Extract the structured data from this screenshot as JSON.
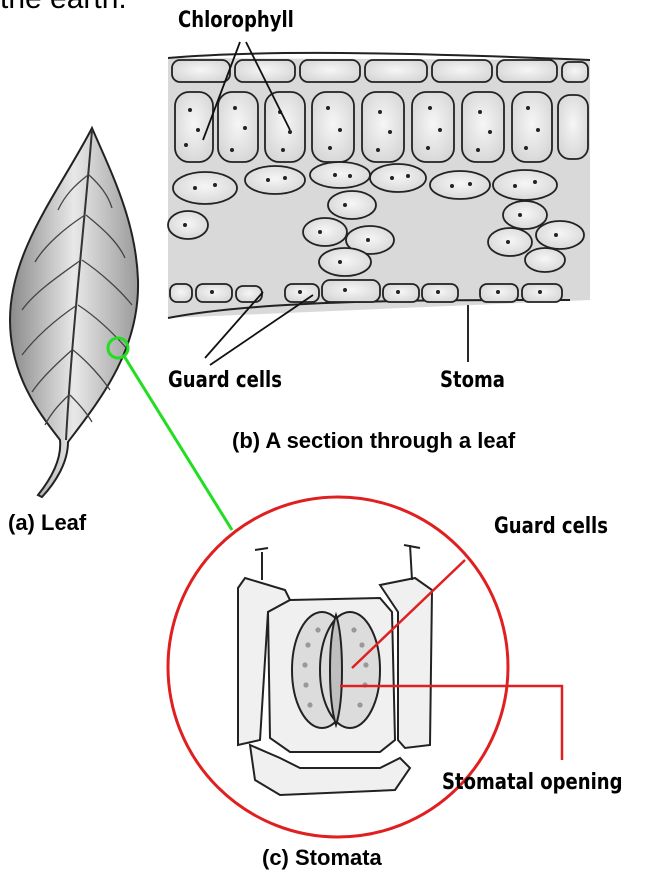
{
  "header": {
    "partial_text": "the earth."
  },
  "labels": {
    "chlorophyll": "Chlorophyll",
    "guard_cells_section": "Guard cells",
    "stoma": "Stoma",
    "section_caption": "(b) A section through a leaf",
    "leaf_caption": "(a) Leaf",
    "guard_cells_stomata": "Guard cells",
    "stomatal_opening": "Stomatal opening",
    "stomata_caption": "(c) Stomata"
  },
  "colors": {
    "connector_green": "#22dd22",
    "stomata_red": "#e02020",
    "ink": "#222222"
  }
}
